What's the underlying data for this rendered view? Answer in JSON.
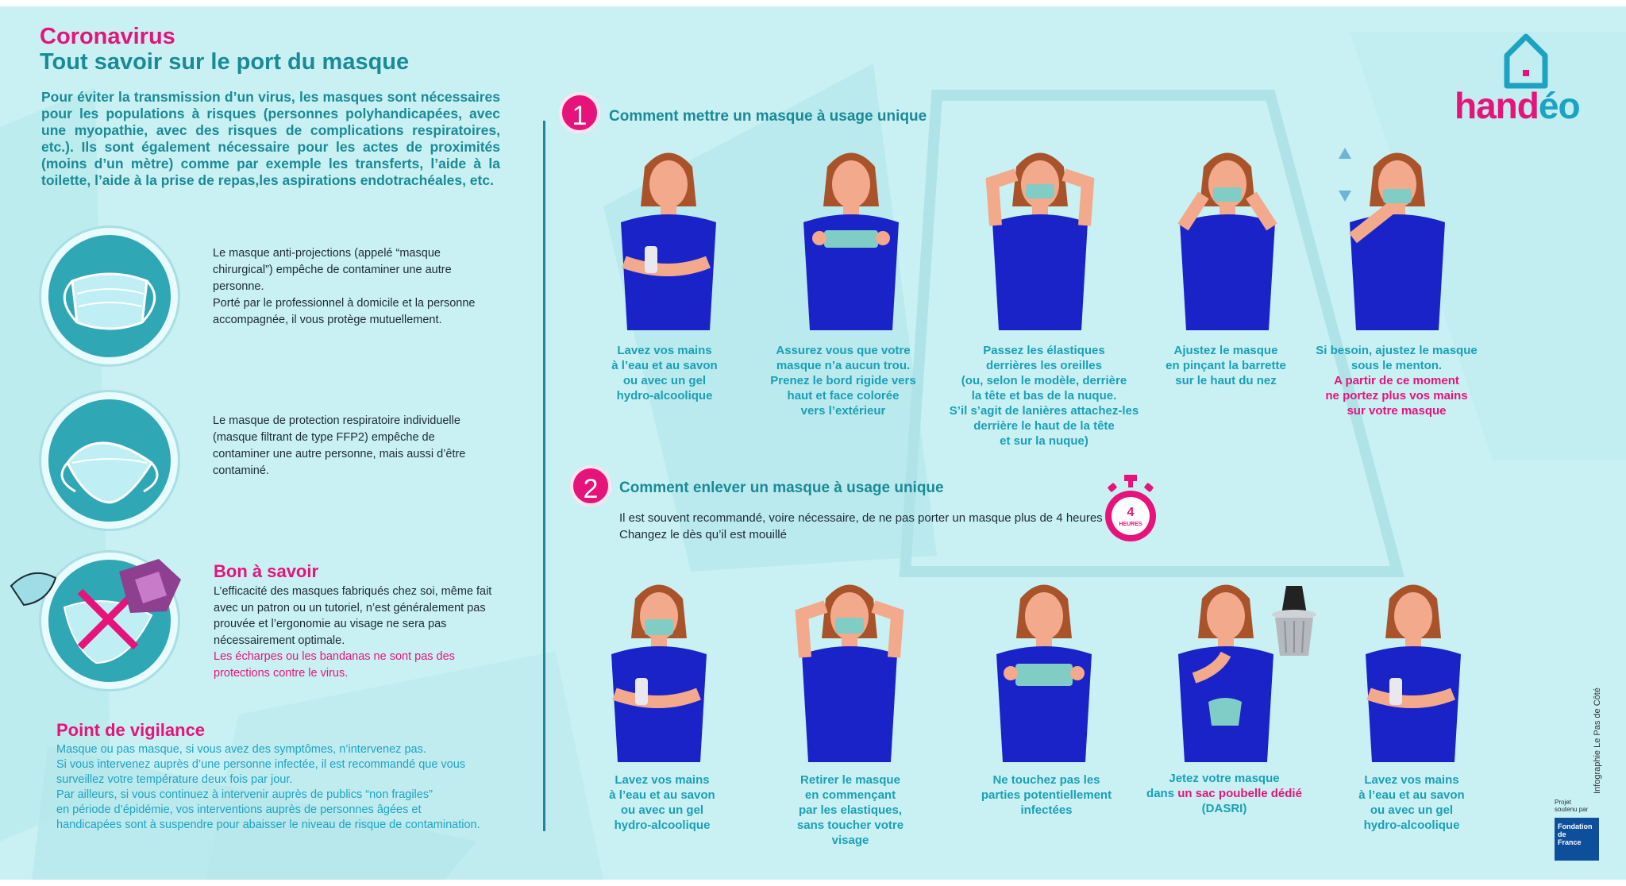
{
  "header": {
    "title_line1": "Coronavirus",
    "title_line2": "Tout savoir sur le port du masque",
    "intro": "Pour éviter la transmission d’un virus, les masques sont nécessaires pour les populations à risques (personnes polyhandicapées, avec une myopathie, avec des risques de complications respiratoires, etc.). Ils sont également nécessaire pour les actes de proximités (moins d’un mètre) comme par exemple les transferts, l’aide à la toilette, l’aide à la prise de repas,les aspirations endotrachéales, etc."
  },
  "masks": [
    {
      "icon": "surgical-mask-icon",
      "lines": [
        "Le masque anti-projections  (appelé “masque",
        "chirurgical”) empêche  de contaminer une autre",
        "personne.",
        "Porté par le professionnel à domicile  et la personne",
        "accompagnée, il vous protège  mutuellement."
      ]
    },
    {
      "icon": "ffp2-mask-icon",
      "lines": [
        "Le masque de protection  respiratoire individuelle",
        "(masque  filtrant de type FFP2) empêche de",
        "contaminer  une autre personne, mais aussi d’être",
        "contaminé."
      ]
    }
  ],
  "bon_a_savoir": {
    "title": "Bon à savoir",
    "lines": [
      "L’efficacité des masques fabriqués chez soi, même fait",
      "avec un patron ou un tutoriel, n’est généralement pas",
      "prouvée et l’ergonomie au visage ne sera pas",
      "nécessairement optimale."
    ],
    "pink_lines": [
      "Les écharpes ou les bandanas ne sont pas des",
      "protections contre le virus."
    ]
  },
  "vigilance": {
    "title": "Point de vigilance",
    "lines": [
      "Masque ou pas masque, si vous avez des symptômes, n’intervenez pas.",
      "Si vous intervenez auprès d’une personne infectée, il est recommandé que vous",
      "surveillez votre température deux fois par jour.",
      "Par ailleurs, si vous continuez à intervenir auprès  de publics “non fragiles”",
      "en période d’épidémie, vos interventions auprès de personnes âgées et",
      "handicapées sont à suspendre pour abaisser le niveau de risque de contamination."
    ]
  },
  "section1": {
    "number": "1",
    "title": "Comment mettre un masque à usage unique",
    "steps": [
      {
        "lines": [
          "Lavez vos mains",
          "à l’eau et au savon",
          "ou avec un gel",
          "hydro-alcoolique"
        ],
        "pink": []
      },
      {
        "lines": [
          "Assurez vous que votre",
          "masque n’a aucun trou.",
          "Prenez le bord rigide vers",
          "haut et face colorée",
          "vers l’extérieur"
        ],
        "pink": []
      },
      {
        "lines": [
          "Passez les élastiques",
          "derrières les oreilles",
          "(ou, selon le modèle, derrière",
          "la  tête et bas de la nuque.",
          "S’il s’agit de lanières attachez-les",
          "derrière le haut de la tête",
          "et sur la nuque)"
        ],
        "pink": []
      },
      {
        "lines": [
          "Ajustez le masque",
          "en pinçant la barrette",
          "sur le haut du nez"
        ],
        "pink": []
      },
      {
        "lines": [
          "Si besoin, ajustez le masque",
          "sous le menton."
        ],
        "pink": [
          "A partir de ce moment",
          "ne portez plus vos mains",
          "sur votre masque"
        ]
      }
    ]
  },
  "section2": {
    "number": "2",
    "title": "Comment enlever un masque à usage unique",
    "sub1": "Il est souvent recommandé, voire nécessaire, de ne pas porter un masque plus de 4 heures",
    "sub2": "Changez le dès qu’il est mouillé",
    "timer_number": "4",
    "timer_label": "HEURES",
    "steps": [
      {
        "lines": [
          "Lavez vos mains",
          "à l’eau et au savon",
          "ou avec un gel",
          "hydro-alcoolique"
        ]
      },
      {
        "lines": [
          "Retirer le masque",
          "en commençant",
          "par les elastiques,",
          "sans toucher votre",
          "visage"
        ]
      },
      {
        "lines": [
          "Ne touchez pas les",
          "parties potentiellement",
          "infectées"
        ]
      },
      {
        "line1": "Jetez votre masque",
        "line2_pre": "dans ",
        "line2_pink": "un sac poubelle dédié",
        "line3": "(DASRI)"
      },
      {
        "lines": [
          "Lavez vos mains",
          "à l’eau et au savon",
          "ou avec un gel",
          "hydro-alcoolique"
        ]
      }
    ]
  },
  "logo": {
    "main": "hand",
    "accent": "éo"
  },
  "credit": "Infographie Le Pas de Côté",
  "sponsor": {
    "small": [
      "Projet",
      "soutenu par"
    ],
    "box": [
      "Fondation",
      "de",
      "France"
    ]
  },
  "colors": {
    "pink": "#e6137a",
    "teal": "#1a8a96",
    "blue_shirt": "#1a23c8",
    "bg": "#c9f1f4"
  }
}
